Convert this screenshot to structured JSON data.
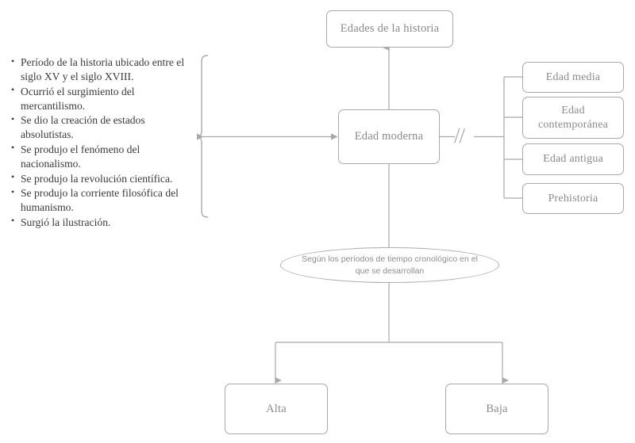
{
  "diagram": {
    "title_node": {
      "label": "Edades de la historia"
    },
    "center_node": {
      "label": "Edad moderna"
    },
    "break_marker": "//",
    "branch_nodes": [
      {
        "label": "Edad media"
      },
      {
        "label": "Edad contemporánea"
      },
      {
        "label": "Edad antigua"
      },
      {
        "label": "Prehistoria"
      }
    ],
    "criteria_ellipse": {
      "label": "Según los períodos de tiempo cronológico en el que se desarrollan"
    },
    "leaf_nodes": [
      {
        "label": "Alta"
      },
      {
        "label": "Baja"
      }
    ],
    "bullets": [
      "Período de la historia ubicado entre el siglo XV y el siglo XVIII.",
      "Ocurrió el surgimiento del mercantilismo.",
      "Se dio la creación de estados absolutistas.",
      "Se produjo el fenómeno del nacionalismo.",
      "Se produjo la revolución científica.",
      "Se produjo la corriente filosófica del humanismo.",
      "Surgió la ilustración."
    ]
  },
  "colors": {
    "stroke": "#a9a9a9",
    "node_text": "#8a8a8a",
    "bullet_text": "#3a3a3a",
    "background": "#ffffff"
  }
}
